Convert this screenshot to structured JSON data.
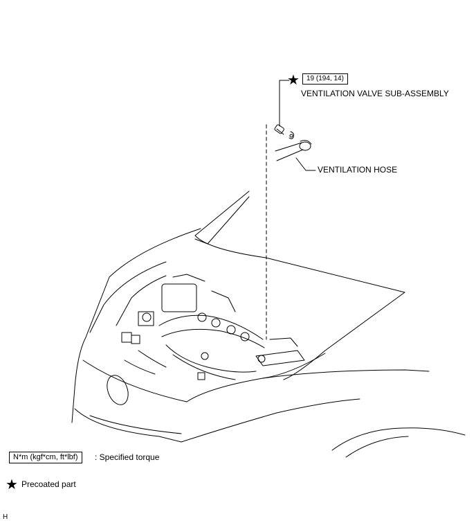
{
  "callouts": {
    "torque_value": "19 (194, 14)",
    "valve_label": "VENTILATION VALVE SUB-ASSEMBLY",
    "hose_label": "VENTILATION HOSE"
  },
  "legend": {
    "torque_unit": "N*m (kgf*cm, ft*lbf)",
    "torque_desc": ": Specified torque",
    "precoat_desc": "Precoated part"
  },
  "corner_mark": "H",
  "icons": {
    "precoat": "star-icon"
  }
}
